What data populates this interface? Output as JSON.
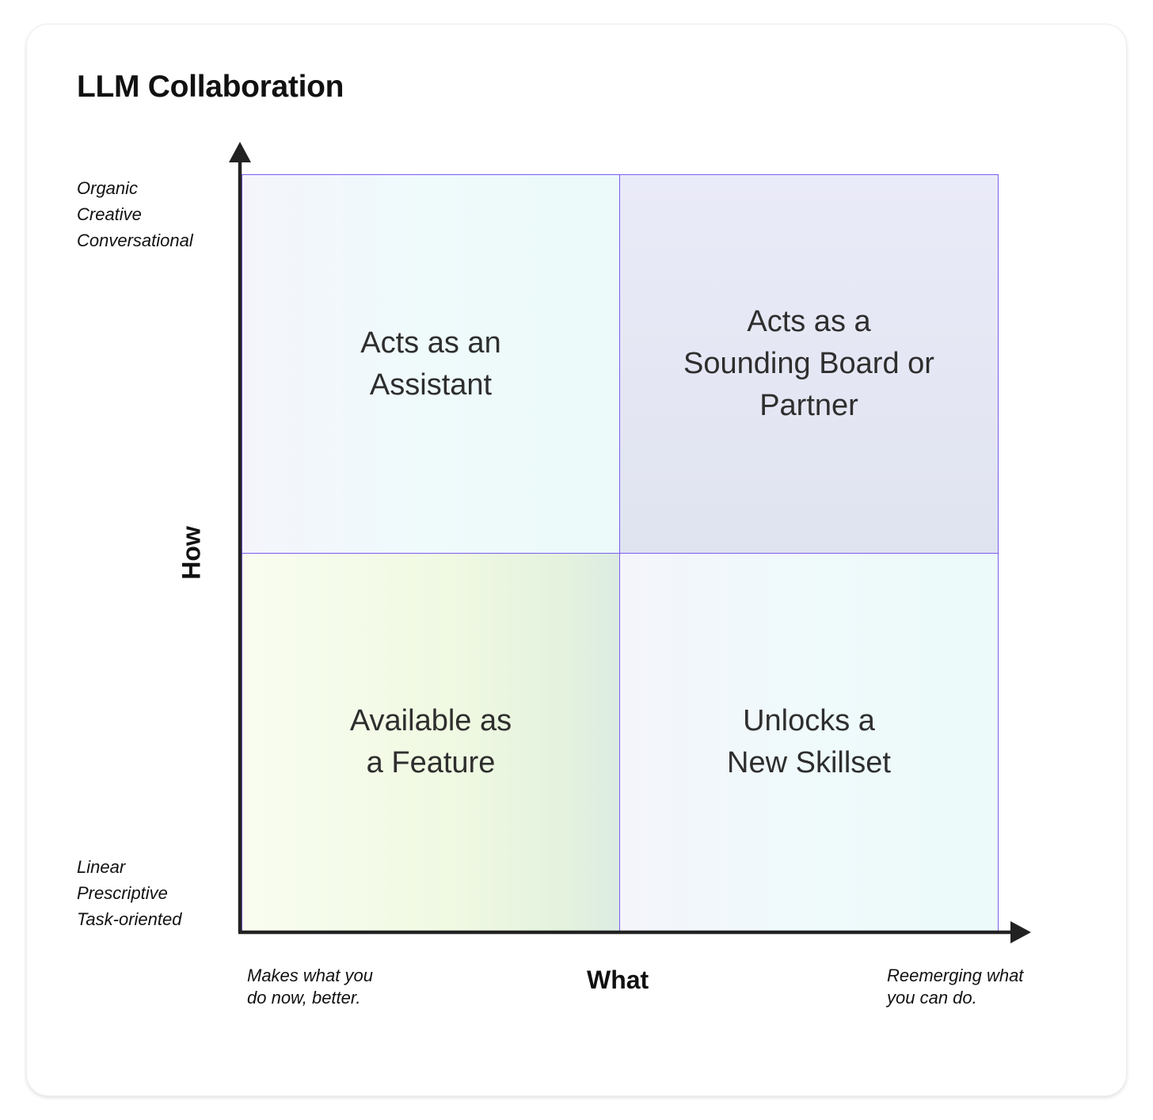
{
  "title": "LLM Collaboration",
  "axes": {
    "y_name": "How",
    "x_name": "What",
    "y_high": "Organic\nCreative\nConversational",
    "y_low": "Linear\nPrescriptive\nTask-oriented",
    "x_low": "Makes what you\ndo now, better.",
    "x_high": "Reemerging what\nyou can do."
  },
  "quadrants": {
    "top_left": "Acts as an\nAssistant",
    "top_right": "Acts as a\nSounding Board or\nPartner",
    "bottom_left": "Available as\na Feature",
    "bottom_right": "Unlocks a\nNew Skillset"
  },
  "colors": {
    "grid_line": "#7a5cf0",
    "axis": "#222222"
  }
}
